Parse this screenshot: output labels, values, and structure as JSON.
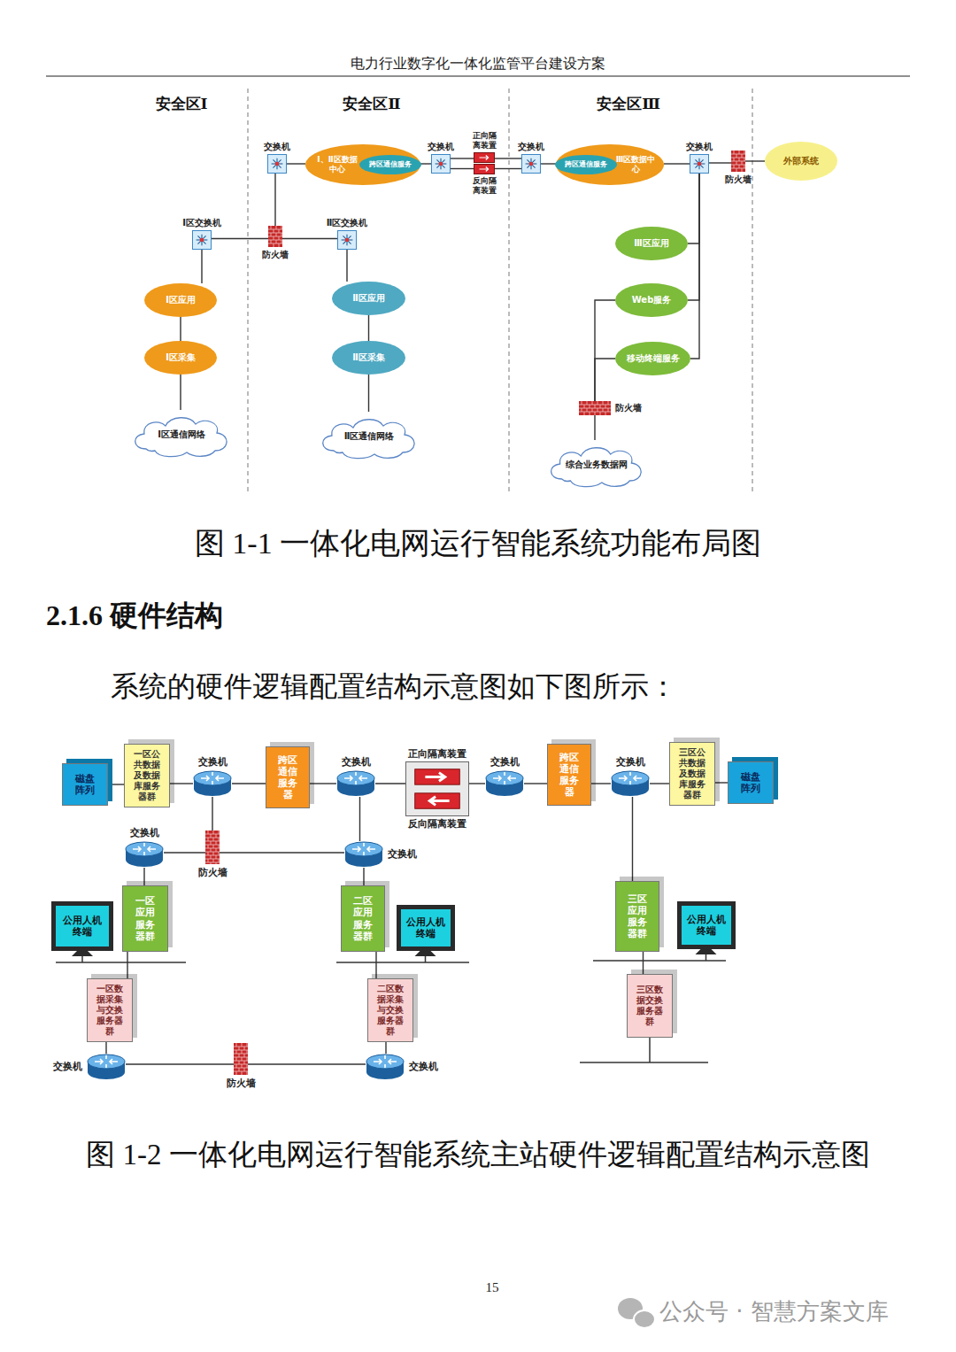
{
  "diagram": {
    "nodes": [
      {
        "text": [
          "交换机"
        ]
      },
      {
        "text": [
          "Ⅰ、Ⅱ区数据中心"
        ]
      },
      {
        "text": [
          "跨区通信服务"
        ],
        "in": 1
      },
      {
        "text": [
          "交换机"
        ]
      },
      {
        "text": [
          "正向隔离装置"
        ]
      },
      {
        "text": [
          "反向隔离装置"
        ]
      },
      {
        "text": [
          "交换机"
        ]
      },
      {
        "text": [
          "Ⅲ区数据中心"
        ]
      },
      {
        "text": [
          "跨区通信服务"
        ],
        "in": 7
      },
      {
        "text": [
          "交换机"
        ]
      },
      {
        "text": [
          "防火墙"
        ]
      },
      {
        "text": [
          "外部系统"
        ]
      },
      {
        "text": [
          "Ⅰ区交换机"
        ]
      },
      {
        "text": [
          "防火墙"
        ]
      },
      {
        "text": [
          "Ⅱ区交换机"
        ]
      },
      {
        "text": [
          "Ⅰ区应用"
        ]
      },
      {
        "text": [
          "Ⅰ区采集"
        ]
      },
      {
        "text": [
          "Ⅰ区通信网络"
        ]
      },
      {
        "text": [
          "Ⅱ区应用"
        ]
      },
      {
        "text": [
          "Ⅱ区采集"
        ]
      },
      {
        "text": [
          "Ⅱ区通信网络"
        ]
      },
      {
        "text": [
          "Ⅲ区应用"
        ]
      },
      {
        "text": [
          "Web服务"
        ]
      },
      {
        "text": [
          "移动终端服务"
        ]
      },
      {
        "text": [
          "防火墙"
        ]
      },
      {
        "text": [
          "综合业务数据网"
        ]
      },
      {
        "text": [
          "磁盘阵列"
        ]
      },
      {
        "text": [
          "一区公共数据及数据库服务器群"
        ]
      },
      {
        "text": [
          "交换机"
        ]
      },
      {
        "text": [
          "跨区通信服务器"
        ]
      },
      {
        "text": [
          "交换机"
        ]
      },
      {
        "text": [
          "正向隔离装置",
          "反向隔离装置"
        ]
      },
      {
        "text": [
          "交换机"
        ]
      },
      {
        "text": [
          "跨区通信服务器"
        ]
      },
      {
        "text": [
          "交换机"
        ]
      },
      {
        "text": [
          "三区公共数据及数据库服务器群"
        ]
      },
      {
        "text": [
          "磁盘阵列"
        ]
      },
      {
        "text": [
          "交换机"
        ]
      },
      {
        "text": [
          "防火墙"
        ]
      },
      {
        "text": [
          "交换机"
        ]
      },
      {
        "text": [
          "一区应用服务器群"
        ]
      },
      {
        "text": [
          "公用人机终端"
        ]
      },
      {
        "text": [
          "二区应用服务器群"
        ]
      },
      {
        "text": [
          "公用人机终端"
        ]
      },
      {
        "text": [
          "一区数据采集与交换服务器群"
        ]
      },
      {
        "text": [
          "二区数据采集与交换服务器群"
        ]
      },
      {
        "text": [
          "交换机"
        ]
      },
      {
        "text": [
          "防火墙"
        ]
      },
      {
        "text": [
          "交换机"
        ]
      },
      {
        "text": [
          "三区应用服务器群"
        ]
      },
      {
        "text": [
          "公用人机终端"
        ]
      },
      {
        "text": [
          "三区数据交换服务器群"
        ]
      }
    ],
    "edges": [
      {
        "from": 0,
        "to": 1,
        "arrow": "none"
      },
      {
        "from": 1,
        "to": 3,
        "arrow": "none"
      },
      {
        "from": 3,
        "to": 4,
        "arrow": "none"
      },
      {
        "from": 3,
        "to": 5,
        "arrow": "none"
      },
      {
        "from": 4,
        "to": 6,
        "arrow": "none"
      },
      {
        "from": 5,
        "to": 6,
        "arrow": "none"
      },
      {
        "from": 6,
        "to": 7,
        "arrow": "none"
      },
      {
        "from": 7,
        "to": 9,
        "arrow": "none"
      },
      {
        "from": 9,
        "to": 10,
        "arrow": "none"
      },
      {
        "from": 10,
        "to": 11,
        "arrow": "none"
      },
      {
        "from": 0,
        "to": 13,
        "arrow": "none"
      },
      {
        "from": 12,
        "to": 13,
        "arrow": "none"
      },
      {
        "from": 13,
        "to": 14,
        "arrow": "none"
      },
      {
        "from": 12,
        "to": 15,
        "arrow": "none"
      },
      {
        "from": 15,
        "to": 16,
        "arrow": "none"
      },
      {
        "from": 16,
        "to": 17,
        "arrow": "none"
      },
      {
        "from": 14,
        "to": 18,
        "arrow": "none"
      },
      {
        "from": 18,
        "to": 19,
        "arrow": "none"
      },
      {
        "from": 19,
        "to": 20,
        "arrow": "none"
      },
      {
        "from": 9,
        "to": 21,
        "arrow": "none"
      },
      {
        "from": 9,
        "to": 22,
        "arrow": "none"
      },
      {
        "from": 9,
        "to": 23,
        "arrow": "none"
      },
      {
        "from": 22,
        "to": 24,
        "arrow": "none"
      },
      {
        "from": 23,
        "to": 24,
        "arrow": "none"
      },
      {
        "from": 24,
        "to": 25,
        "arrow": "none"
      },
      {
        "from": 26,
        "to": 27,
        "arrow": "none"
      },
      {
        "from": 27,
        "to": 28,
        "arrow": "none"
      },
      {
        "from": 28,
        "to": 29,
        "arrow": "none"
      },
      {
        "from": 29,
        "to": 30,
        "arrow": "none"
      },
      {
        "from": 30,
        "to": 31,
        "arrow": "none"
      },
      {
        "from": 31,
        "to": 32,
        "arrow": "none"
      },
      {
        "from": 32,
        "to": 33,
        "arrow": "none"
      },
      {
        "from": 33,
        "to": 34,
        "arrow": "none"
      },
      {
        "from": 34,
        "to": 35,
        "arrow": "none"
      },
      {
        "from": 35,
        "to": 36,
        "arrow": "none"
      },
      {
        "from": 28,
        "to": 38,
        "arrow": "none"
      },
      {
        "from": 37,
        "to": 38,
        "arrow": "none"
      },
      {
        "from": 38,
        "to": 39,
        "arrow": "none"
      },
      {
        "from": 30,
        "to": 39,
        "arrow": "none"
      },
      {
        "from": 37,
        "to": 40,
        "arrow": "none"
      },
      {
        "from": 39,
        "to": 42,
        "arrow": "none"
      },
      {
        "from": 40,
        "to": 44,
        "arrow": "none"
      },
      {
        "from": 42,
        "to": 45,
        "arrow": "none"
      },
      {
        "from": 44,
        "to": 46,
        "arrow": "none"
      },
      {
        "from": 45,
        "to": 48,
        "arrow": "none"
      },
      {
        "from": 46,
        "to": 47,
        "arrow": "none"
      },
      {
        "from": 47,
        "to": 48,
        "arrow": "none"
      },
      {
        "from": 34,
        "to": 49,
        "arrow": "none"
      },
      {
        "from": 49,
        "to": 51,
        "arrow": "none"
      }
    ],
    "labels": [
      "电力行业数字化一体化监管平台建设方案",
      "安全区Ⅰ",
      "安全区Ⅱ",
      "安全区Ⅲ",
      "图 1-1 一体化电网运行智能系统功能布局图",
      "2.1.6 硬件结构",
      "系统的硬件逻辑配置结构示意图如下图所示：",
      "图 1-2 一体化电网运行智能系统主站硬件逻辑配置结构示意图",
      "15",
      "公众号 · 智慧方案文库"
    ]
  }
}
